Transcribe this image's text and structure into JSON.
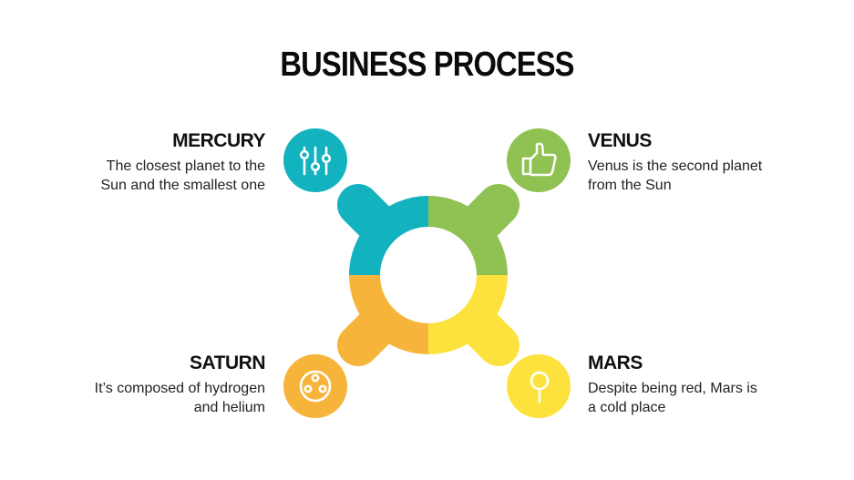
{
  "title": "BUSINESS PROCESS",
  "colors": {
    "teal": "#12B2BE",
    "green": "#8FC153",
    "orange": "#F6B43A",
    "yellow": "#FDE23E"
  },
  "items": [
    {
      "heading": "MERCURY",
      "description": "The closest planet to the Sun and the smallest one",
      "line1": "The closest planet to the",
      "line2": "Sun and the smallest one",
      "icon": "sliders-icon",
      "color": "#12B2BE",
      "position": "top-left"
    },
    {
      "heading": "VENUS",
      "description": "Venus is the second planet from the Sun",
      "line1": "Venus is the second planet",
      "line2": "from the Sun",
      "icon": "thumbs-up-icon",
      "color": "#8FC153",
      "position": "top-right"
    },
    {
      "heading": "SATURN",
      "description": "It’s composed of hydrogen and helium",
      "line1": "It’s composed of hydrogen",
      "line2": "and helium",
      "icon": "molecule-icon",
      "color": "#F6B43A",
      "position": "bottom-left"
    },
    {
      "heading": "MARS",
      "description": "Despite being red, Mars is a cold place",
      "line1": "Despite being red, Mars is",
      "line2": "a cold place",
      "icon": "pin-icon",
      "color": "#FDE23E",
      "position": "bottom-right"
    }
  ]
}
